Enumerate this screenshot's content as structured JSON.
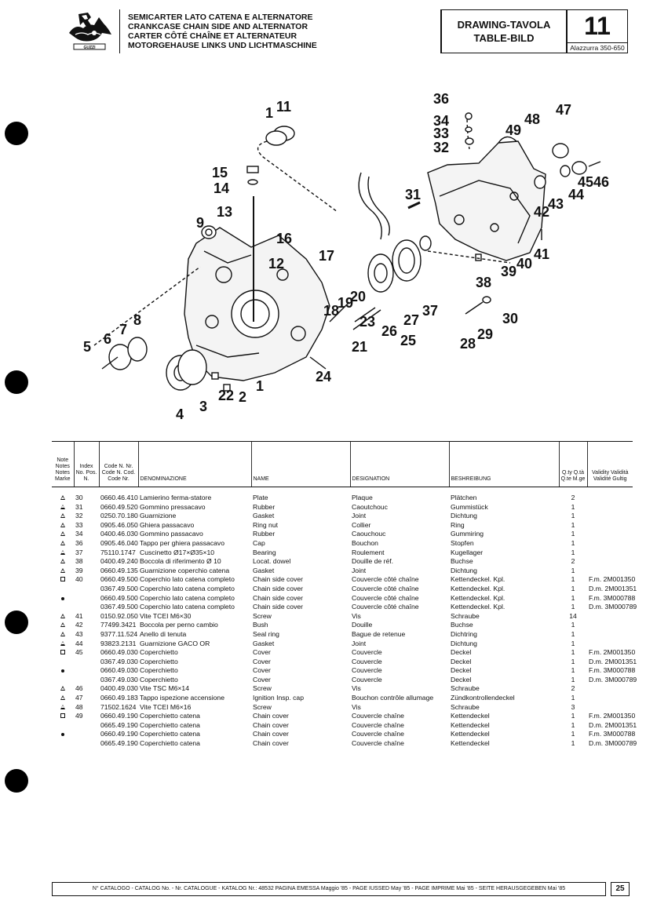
{
  "header": {
    "title_lines": [
      "SEMICARTER LATO CATENA E ALTERNATORE",
      "CRANKCASE CHAIN SIDE AND ALTERNATOR",
      "CARTER CÔTÉ CHAÎNE ET ALTERNATEUR",
      "MOTORGEHAUSE LINKS UND LICHTMASCHINE"
    ],
    "drawing_label_1": "DRAWING-TAVOLA",
    "drawing_label_2": "TABLE-BILD",
    "table_number": "11",
    "model": "Alazzurra 350-650",
    "logo_text": "GUZZI"
  },
  "diagram": {
    "callouts": [
      "1",
      "11",
      "15",
      "14",
      "13",
      "9",
      "16",
      "12",
      "17",
      "20",
      "19",
      "18",
      "23",
      "21",
      "24",
      "22",
      "2",
      "1",
      "3",
      "4",
      "5",
      "6",
      "7",
      "8",
      "36",
      "34",
      "33",
      "32",
      "31",
      "49",
      "48",
      "47",
      "45",
      "46",
      "44",
      "43",
      "42",
      "41",
      "40",
      "39",
      "38",
      "37",
      "27",
      "26",
      "25",
      "30",
      "29",
      "28"
    ]
  },
  "table": {
    "headers": {
      "notes": "Note Notes Notes Marke",
      "index": "Index No. Pos. N.",
      "code": "Code N. Nr. Code N. Cod. Code Nr.",
      "denominazione": "DENOMINAZIONE",
      "name": "NAME",
      "designation": "DESIGNATION",
      "beshreibung": "BESHREIBUNG",
      "qty": "Q.ty Q.tà Q.te M.ge",
      "validity": "Validity Validità Validité Gultig"
    },
    "rows": [
      {
        "mark": "tri",
        "idx": "30",
        "code": "0660.46.410",
        "den": "Lamierino ferma-statore",
        "name": "Plate",
        "desig": "Plaque",
        "besh": "Plätchen",
        "qty": "2",
        "valid": ""
      },
      {
        "mark": "tri",
        "idx": "31",
        "code": "0660.49.520",
        "den": "Gommino pressacavo",
        "name": "Rubber",
        "desig": "Caoutchouc",
        "besh": "Gummistück",
        "qty": "1",
        "valid": ""
      },
      {
        "mark": "tri",
        "idx": "32",
        "code": "0250.70.180",
        "den": "Guarnizione",
        "name": "Gasket",
        "desig": "Joint",
        "besh": "Dichtung",
        "qty": "1",
        "valid": ""
      },
      {
        "mark": "tri",
        "idx": "33",
        "code": "0905.46.050",
        "den": "Ghiera passacavo",
        "name": "Ring nut",
        "desig": "Collier",
        "besh": "Ring",
        "qty": "1",
        "valid": ""
      },
      {
        "mark": "tri",
        "idx": "34",
        "code": "0400.46.030",
        "den": "Gommino passacavo",
        "name": "Rubber",
        "desig": "Caouchouc",
        "besh": "Gummiring",
        "qty": "1",
        "valid": ""
      },
      {
        "mark": "tri",
        "idx": "36",
        "code": "0905.46.040",
        "den": "Tappo per ghiera passacavo",
        "name": "Cap",
        "desig": "Bouchon",
        "besh": "Stopfen",
        "qty": "1",
        "valid": ""
      },
      {
        "mark": "tri",
        "idx": "37",
        "code": "75110.1747",
        "den": "Cuscinetto Ø17×Ø35×10",
        "name": "Bearing",
        "desig": "Roulement",
        "besh": "Kugellager",
        "qty": "1",
        "valid": ""
      },
      {
        "mark": "tri",
        "idx": "38",
        "code": "0400.49.240",
        "den": "Boccola di riferimento Ø 10",
        "name": "Locat. dowel",
        "desig": "Douille de réf.",
        "besh": "Buchse",
        "qty": "2",
        "valid": ""
      },
      {
        "mark": "tri",
        "idx": "39",
        "code": "0660.49.135",
        "den": "Guarnizione coperchio catena",
        "name": "Gasket",
        "desig": "Joint",
        "besh": "Dichtung",
        "qty": "1",
        "valid": ""
      },
      {
        "mark": "sq",
        "idx": "40",
        "code": "0660.49.500",
        "den": "Coperchio lato catena completo",
        "name": "Chain side cover",
        "desig": "Couvercle côté chaîne",
        "besh": "Kettendeckel. Kpl.",
        "qty": "1",
        "valid": "F.m. 2M001350"
      },
      {
        "mark": "",
        "idx": "",
        "code": "0367.49.500",
        "den": "Coperchio lato catena completo",
        "name": "Chain side cover",
        "desig": "Couvercle côté chaîne",
        "besh": "Kettendeckel. Kpl.",
        "qty": "1",
        "valid": "D.m. 2M001351"
      },
      {
        "mark": "dot",
        "idx": "",
        "code": "0660.49.500",
        "den": "Coperchio lato catena completo",
        "name": "Chain side cover",
        "desig": "Couvercle côté chaîne",
        "besh": "Kettendeckel. Kpl.",
        "qty": "1",
        "valid": "F.m. 3M000788"
      },
      {
        "mark": "",
        "idx": "",
        "code": "0367.49.500",
        "den": "Coperchio lato catena completo",
        "name": "Chain side cover",
        "desig": "Couvercle côté chaîne",
        "besh": "Kettendeckel. Kpl.",
        "qty": "1",
        "valid": "D.m. 3M000789"
      },
      {
        "mark": "tri",
        "idx": "41",
        "code": "0150.92.050",
        "den": "Vite TCEI M6×30",
        "name": "Screw",
        "desig": "Vis",
        "besh": "Schraube",
        "qty": "14",
        "valid": ""
      },
      {
        "mark": "tri",
        "idx": "42",
        "code": "77499.3421",
        "den": "Boccola per perno cambio",
        "name": "Bush",
        "desig": "Douille",
        "besh": "Buchse",
        "qty": "1",
        "valid": ""
      },
      {
        "mark": "tri",
        "idx": "43",
        "code": "9377.11.524",
        "den": "Anello di tenuta",
        "name": "Seal ring",
        "desig": "Bague de retenue",
        "besh": "Dichtring",
        "qty": "1",
        "valid": ""
      },
      {
        "mark": "tri",
        "idx": "44",
        "code": "93823.2131",
        "den": "Guarnizione GACO OR",
        "name": "Gasket",
        "desig": "Joint",
        "besh": "Dichtung",
        "qty": "1",
        "valid": ""
      },
      {
        "mark": "sq",
        "idx": "45",
        "code": "0660.49.030",
        "den": "Coperchietto",
        "name": "Cover",
        "desig": "Couvercle",
        "besh": "Deckel",
        "qty": "1",
        "valid": "F.m. 2M001350"
      },
      {
        "mark": "",
        "idx": "",
        "code": "0367.49.030",
        "den": "Coperchietto",
        "name": "Cover",
        "desig": "Couvercle",
        "besh": "Deckel",
        "qty": "1",
        "valid": "D.m. 2M001351"
      },
      {
        "mark": "dot",
        "idx": "",
        "code": "0660.49.030",
        "den": "Coperchietto",
        "name": "Cover",
        "desig": "Couvercle",
        "besh": "Deckel",
        "qty": "1",
        "valid": "F.m. 3M000788"
      },
      {
        "mark": "",
        "idx": "",
        "code": "0367.49.030",
        "den": "Coperchietto",
        "name": "Cover",
        "desig": "Couvercle",
        "besh": "Deckel",
        "qty": "1",
        "valid": "D.m. 3M000789"
      },
      {
        "mark": "tri",
        "idx": "46",
        "code": "0400.49.030",
        "den": "Vite TSC M6×14",
        "name": "Screw",
        "desig": "Vis",
        "besh": "Schraube",
        "qty": "2",
        "valid": ""
      },
      {
        "mark": "tri",
        "idx": "47",
        "code": "0660.49.183",
        "den": "Tappo ispezione accensione",
        "name": "Ignition Insp. cap",
        "desig": "Bouchon contrôle allumage",
        "besh": "Zündkontrollendeckel",
        "qty": "1",
        "valid": ""
      },
      {
        "mark": "tri",
        "idx": "48",
        "code": "71502.1624",
        "den": "Vite TCEI M6×16",
        "name": "Screw",
        "desig": "Vis",
        "besh": "Schraube",
        "qty": "3",
        "valid": ""
      },
      {
        "mark": "sq",
        "idx": "49",
        "code": "0660.49.190",
        "den": "Coperchietto catena",
        "name": "Chain cover",
        "desig": "Couvercle chaîne",
        "besh": "Kettendeckel",
        "qty": "1",
        "valid": "F.m. 2M001350"
      },
      {
        "mark": "",
        "idx": "",
        "code": "0665.49.190",
        "den": "Coperchietto catena",
        "name": "Chain cover",
        "desig": "Couvercle chaîne",
        "besh": "Kettendeckel",
        "qty": "1",
        "valid": "D.m. 2M001351"
      },
      {
        "mark": "dot",
        "idx": "",
        "code": "0660.49.190",
        "den": "Coperchietto catena",
        "name": "Chain cover",
        "desig": "Couvercle chaîne",
        "besh": "Kettendeckel",
        "qty": "1",
        "valid": "F.m. 3M000788"
      },
      {
        "mark": "",
        "idx": "",
        "code": "0665.49.190",
        "den": "Coperchietto catena",
        "name": "Chain cover",
        "desig": "Couvercle chaîne",
        "besh": "Kettendeckel",
        "qty": "1",
        "valid": "D.m. 3M000789"
      }
    ]
  },
  "footer": {
    "text": "N° CATALOGO - CATALOG No. - Nr. CATALOGUE - KATALOG Nr.: 48532 PAGINA EMESSA Maggio '85 - PAGE IUSSED May '85 - PAGE IMPRIME Mai '85 - SEITE HERAUSGEGEBEN Mai '85",
    "page_number": "25"
  }
}
